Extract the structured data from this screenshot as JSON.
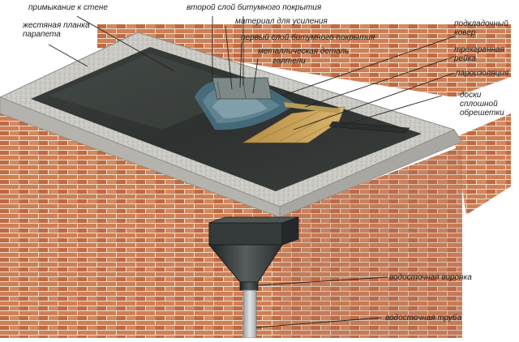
{
  "labels": {
    "wall_junction": "примыкание к стене",
    "tin_strip": "жестяная планка парапета",
    "second_layer": "второй слой битумного покрытия",
    "reinforcement": "материал для усиления",
    "first_layer": "первый слой битумного покрытия",
    "metal_part": "металлическая деталь",
    "fillet": "галтели",
    "underlay": "подкладочный ковер",
    "triangular_rail": "трехгранная рейка",
    "vapor_barrier": "пароизоляция",
    "boards": "доски сплошной обрешетки",
    "gutter_funnel": "водосточная воронка",
    "downpipe": "водосточная труба"
  },
  "colors": {
    "brick": "#c8734a",
    "brick_light": "#d99a72",
    "mortar": "#eadfcc",
    "parapet_cap": "#c9c8c3",
    "roof_membrane": "#333733",
    "roof_highlight": "#5b6360",
    "boards": "#c9a45a",
    "pipe": "#3a3f3f",
    "leader_line": "#222222"
  }
}
